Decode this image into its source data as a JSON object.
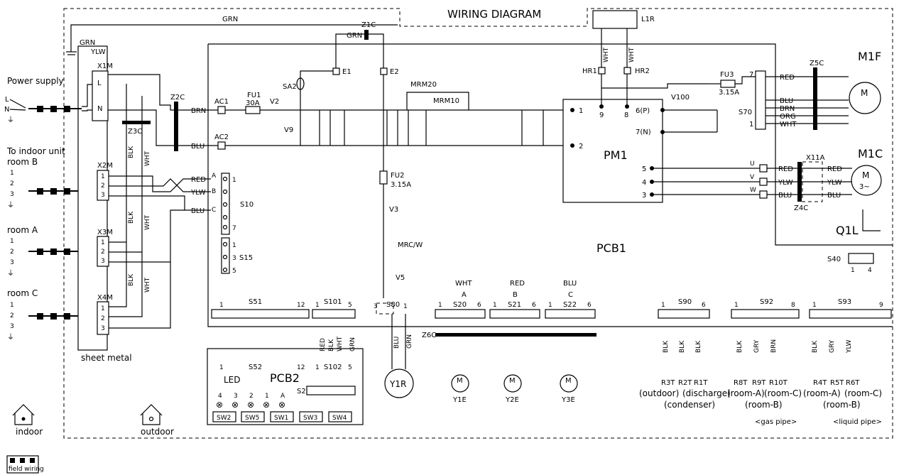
{
  "title": "WIRING DIAGRAM",
  "power_supply": "Power supply",
  "pwr_L": "L",
  "pwr_N": "N",
  "to_indoor_b": "To indoor unit",
  "room_b": "room B",
  "room_a": "room A",
  "room_c": "room C",
  "sheet_metal": "sheet metal",
  "indoor": "indoor",
  "outdoor": "outdoor",
  "field_wiring": "field wiring",
  "terminals": {
    "x1m": "X1M",
    "x2m": "X2M",
    "x3m": "X3M",
    "x4m": "X4M",
    "term_L": "L",
    "term_N": "N",
    "n1": "1",
    "n2": "2",
    "n3": "3"
  },
  "components": {
    "z1c": "Z1C",
    "z2c": "Z2C",
    "z3c": "Z3C",
    "z4c": "Z4C",
    "z5c": "Z5C",
    "z6c": "Z6C",
    "l1r": "L1R",
    "hr1": "HR1",
    "hr2": "HR2",
    "ac1": "AC1",
    "ac2": "AC2",
    "fu1": "FU1",
    "fu1_val": "30A",
    "fu2": "FU2",
    "fu2_val": "3.15A",
    "fu3": "FU3",
    "fu3_val": "3.15A",
    "v2": "V2",
    "v3": "V3",
    "v5": "V5",
    "v9": "V9",
    "v100": "V100",
    "sa2": "SA2",
    "e1": "E1",
    "e2": "E2",
    "mrm20": "MRM20",
    "mrm10": "MRM10",
    "mrc_w": "MRC/W",
    "pm1": "PM1",
    "pm1_1": "1",
    "pm1_2": "2",
    "pm1_9": "9",
    "pm1_8": "8",
    "pm1_6p": "6(P)",
    "pm1_7n": "7(N)",
    "pm1_5": "5",
    "pm1_4": "4",
    "pm1_3": "3",
    "pcb1": "PCB1",
    "pcb2": "PCB2",
    "led": "LED",
    "m1f": "M1F",
    "m1c": "M1C",
    "m1c_sym": "3~",
    "q1l": "Q1L",
    "x11a": "X11A",
    "y1r": "Y1R",
    "y1e": "Y1E",
    "y2e": "Y2E",
    "y3e": "Y3E",
    "m": "M",
    "u": "U",
    "v": "V",
    "w": "W"
  },
  "connectors": {
    "s10": "S10",
    "s15": "S15",
    "s20": "S20",
    "s21": "S21",
    "s22": "S22",
    "s40": "S40",
    "s51": "S51",
    "s52": "S52",
    "s70": "S70",
    "s80": "S80",
    "s90": "S90",
    "s92": "S92",
    "s93": "S93",
    "s101": "S101",
    "s102": "S102",
    "s2": "S2",
    "s20_grp": "A",
    "s21_grp": "B",
    "s22_grp": "C",
    "s10_a": "A",
    "s10_b": "B",
    "s10_c": "C"
  },
  "switches": [
    "SW2",
    "SW5",
    "SW1",
    "SW3",
    "SW4"
  ],
  "led_marks": [
    "4",
    "3",
    "2",
    "1",
    "A"
  ],
  "wire_colors": {
    "grn": "GRN",
    "ylw": "YLW",
    "brn": "BRN",
    "blu": "BLU",
    "red": "RED",
    "wht": "WHT",
    "blk": "BLK",
    "org": "ORG",
    "gry": "GRY"
  },
  "sensors": {
    "r3t": "R3T",
    "r2t": "R2T",
    "r1t": "R1T",
    "r8t": "R8T",
    "r9t": "R9T",
    "r10t": "R10T",
    "r4t": "R4T",
    "r5t": "R5T",
    "r6t": "R6T",
    "outdoor_p": "(outdoor)",
    "discharge_p": "(discharge)",
    "condenser_p": "(condenser)",
    "room_a_p": "(room-A)",
    "room_b_p": "(room-B)",
    "room_c_p": "(room-C)",
    "gas_pipe": "<gas pipe>",
    "liquid_pipe": "<liquid pipe>"
  },
  "pins": {
    "one": "1",
    "two": "2",
    "three": "3",
    "four": "4",
    "five": "5",
    "six": "6",
    "seven": "7",
    "eight": "8",
    "nine": "9",
    "twelve": "12"
  }
}
